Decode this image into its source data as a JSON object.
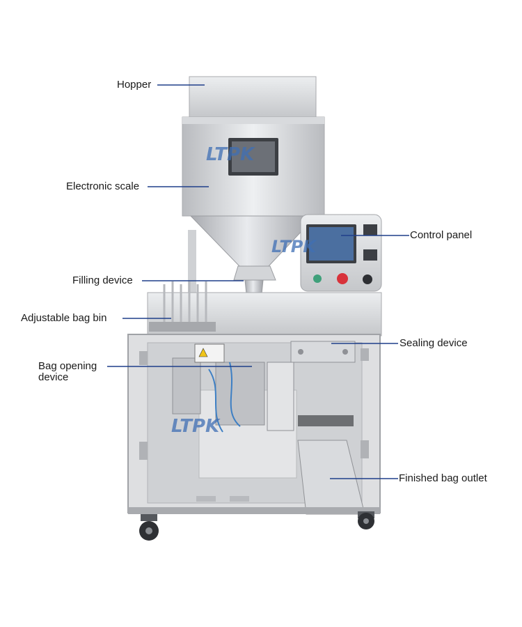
{
  "brand": {
    "watermark": "LTPK"
  },
  "colors": {
    "leader_line": "#1f3f8a",
    "steel_light": "#e2e3e5",
    "steel_mid": "#c9cacd",
    "steel_dark": "#9c9ea2",
    "brand_blue": "#3f6fb5"
  },
  "labels": {
    "hopper": "Hopper",
    "electronic_scale": "Electronic scale",
    "filling_device": "Filling device",
    "adjustable_bag_bin": "Adjustable bag bin",
    "bag_opening_line1": "Bag opening",
    "bag_opening_line2": "device",
    "control_panel": "Control panel",
    "sealing_device": "Sealing device",
    "finished_bag_outlet": "Finished bag outlet"
  }
}
